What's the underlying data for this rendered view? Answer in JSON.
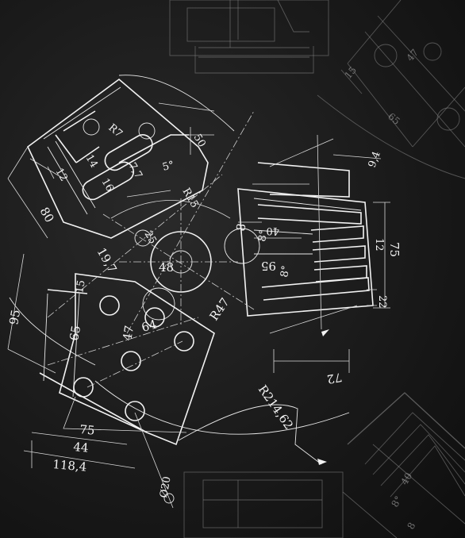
{
  "drawing": {
    "labels": {
      "r7": "R7",
      "d14": "14",
      "d50": "50",
      "d12a": "12",
      "d16": "16",
      "d77": "7,7",
      "a5": "5°",
      "r15": "R15",
      "d80": "80",
      "d197": "19,7",
      "d25": "25",
      "d48": "48",
      "r47": "R47",
      "d94": "9,4",
      "d8a": "8",
      "a8a": "8°",
      "d40": "40",
      "d75r": "75",
      "d12b": "12",
      "d95a": "95",
      "a8b": "8°",
      "d22": "22",
      "d72": "72",
      "d95b": "95",
      "d15": "15",
      "d65": "65",
      "d47": "47",
      "d64": "64",
      "d75b": "75",
      "d44": "44",
      "d1184": "118,4",
      "r21462": "R214,62",
      "o20": "Ø20",
      "f15": "15",
      "f47": "47",
      "f65": "65",
      "f40": "40",
      "f8": "8°",
      "f8b": "8"
    }
  }
}
